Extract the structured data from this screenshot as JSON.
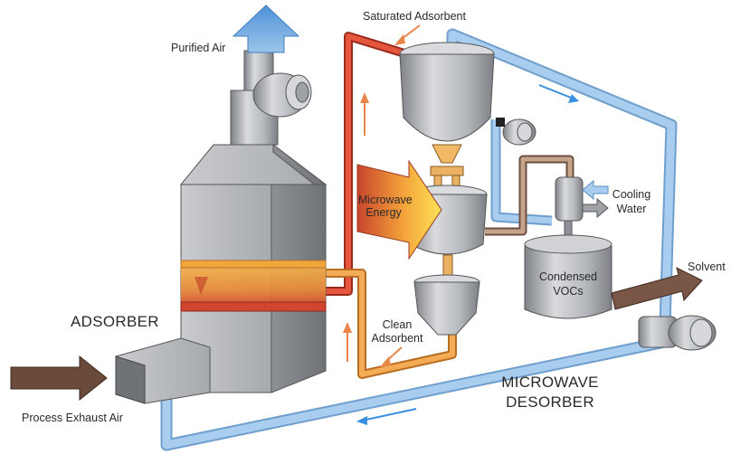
{
  "labels": {
    "purified_air": "Purified Air",
    "saturated_adsorbent": "Saturated Adsorbent",
    "microwave_energy_line1": "Microwave",
    "microwave_energy_line2": "Energy",
    "cooling_water_line1": "Cooling",
    "cooling_water_line2": "Water",
    "solvent": "Solvent",
    "condensed_vocs_line1": "Condensed",
    "condensed_vocs_line2": "VOCs",
    "clean_adsorbent_line1": "Clean",
    "clean_adsorbent_line2": "Adsorbent",
    "adsorber": "ADSORBER",
    "microwave_desorber_line1": "MICROWAVE",
    "microwave_desorber_line2": "DESORBER",
    "process_exhaust_air": "Process Exhaust Air"
  },
  "colors": {
    "air_duct": "#9fc7ec",
    "air_duct_edge": "#6f9fcc",
    "hot_adsorbent": "#e2553b",
    "clean_adsorbent": "#f2a64e",
    "steel": "#b9bcc0",
    "steel_dark": "#8e9196",
    "arrow_brown": "#6a4a3a",
    "flow_arrow_blue": "#3a8fe0",
    "flow_arrow_orange": "#e8864a",
    "purified_arrow": "#5f9fdc"
  }
}
